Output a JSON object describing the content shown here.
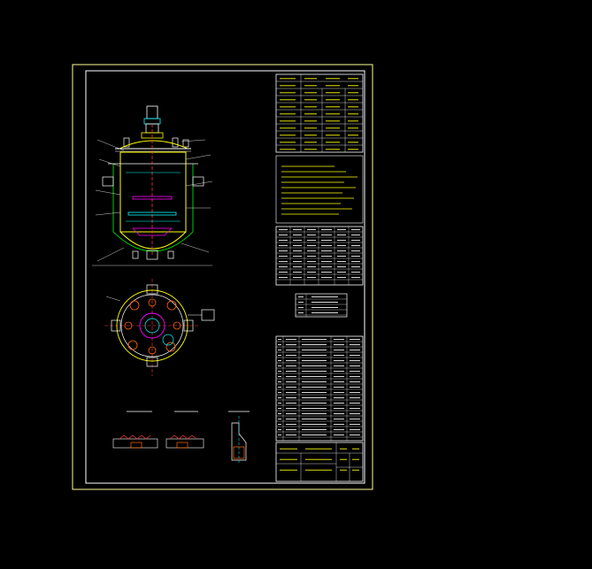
{
  "drawing": {
    "title_block_title": "",
    "tech_requirements_heading": "",
    "nozzle_table_heading": "",
    "parts_list_heading": ""
  },
  "colors": {
    "background": "#000000",
    "sheet_frame": "#ffff99",
    "outline": "#ffffff",
    "vessel": "#ffff00",
    "jacket": "#00ff00",
    "centerline": "#ff3333",
    "agitator": "#ff00ff",
    "detail": "#00ffff",
    "flange": "#ff6600"
  },
  "views": {
    "front_section": "vessel-front-section",
    "top_view": "vessel-top-view",
    "details": [
      "detail-a",
      "detail-b",
      "detail-c"
    ]
  }
}
